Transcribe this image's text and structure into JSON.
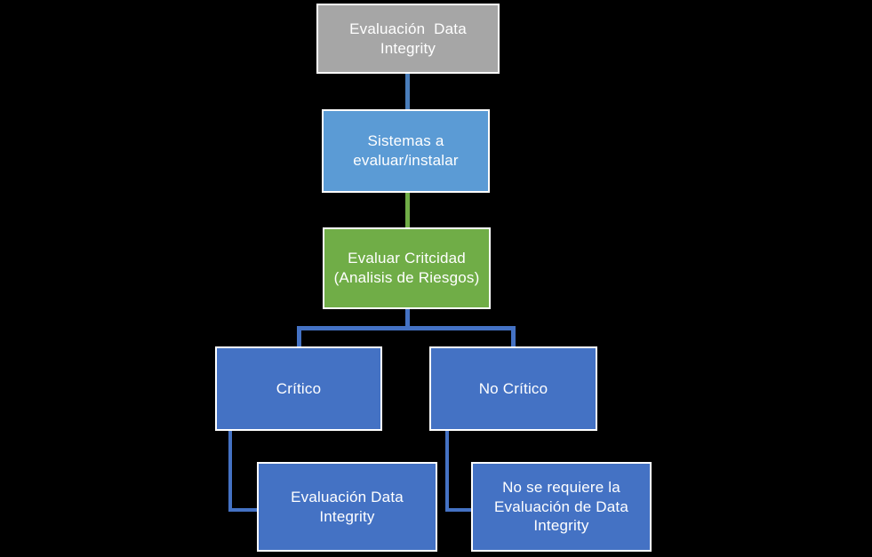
{
  "title": "Evaluacion Data Integrity flowchart",
  "colors": {
    "background": "#000000",
    "node_border": "#FFFFFF",
    "text": "#FFFFFF",
    "gray_fill": "#A6A6A6",
    "light_blue_fill": "#5B9BD5",
    "green_fill": "#70AD47",
    "dark_blue_fill": "#4472C4",
    "connector_blue": "#4472C4",
    "connector_blue_light": "#4A7EBB",
    "connector_green": "#70AD47"
  },
  "nodes": [
    {
      "id": "start",
      "label": "Evaluación  Data\nIntegrity",
      "fill": "#A6A6A6"
    },
    {
      "id": "sistemas",
      "label": "Sistemas a\nevaluar/instalar",
      "fill": "#5B9BD5"
    },
    {
      "id": "criticidad",
      "label": "Evaluar Critcidad\n(Analisis de Riesgos)",
      "fill": "#70AD47"
    },
    {
      "id": "critico",
      "label": "Crítico",
      "fill": "#4472C4"
    },
    {
      "id": "no_critico",
      "label": "No Crítico",
      "fill": "#4472C4"
    },
    {
      "id": "evaluacion_di",
      "label": "Evaluación Data\nIntegrity",
      "fill": "#4472C4"
    },
    {
      "id": "no_evaluacion_di",
      "label": "No se requiere la\nEvaluación de Data\nIntegrity",
      "fill": "#4472C4"
    }
  ]
}
